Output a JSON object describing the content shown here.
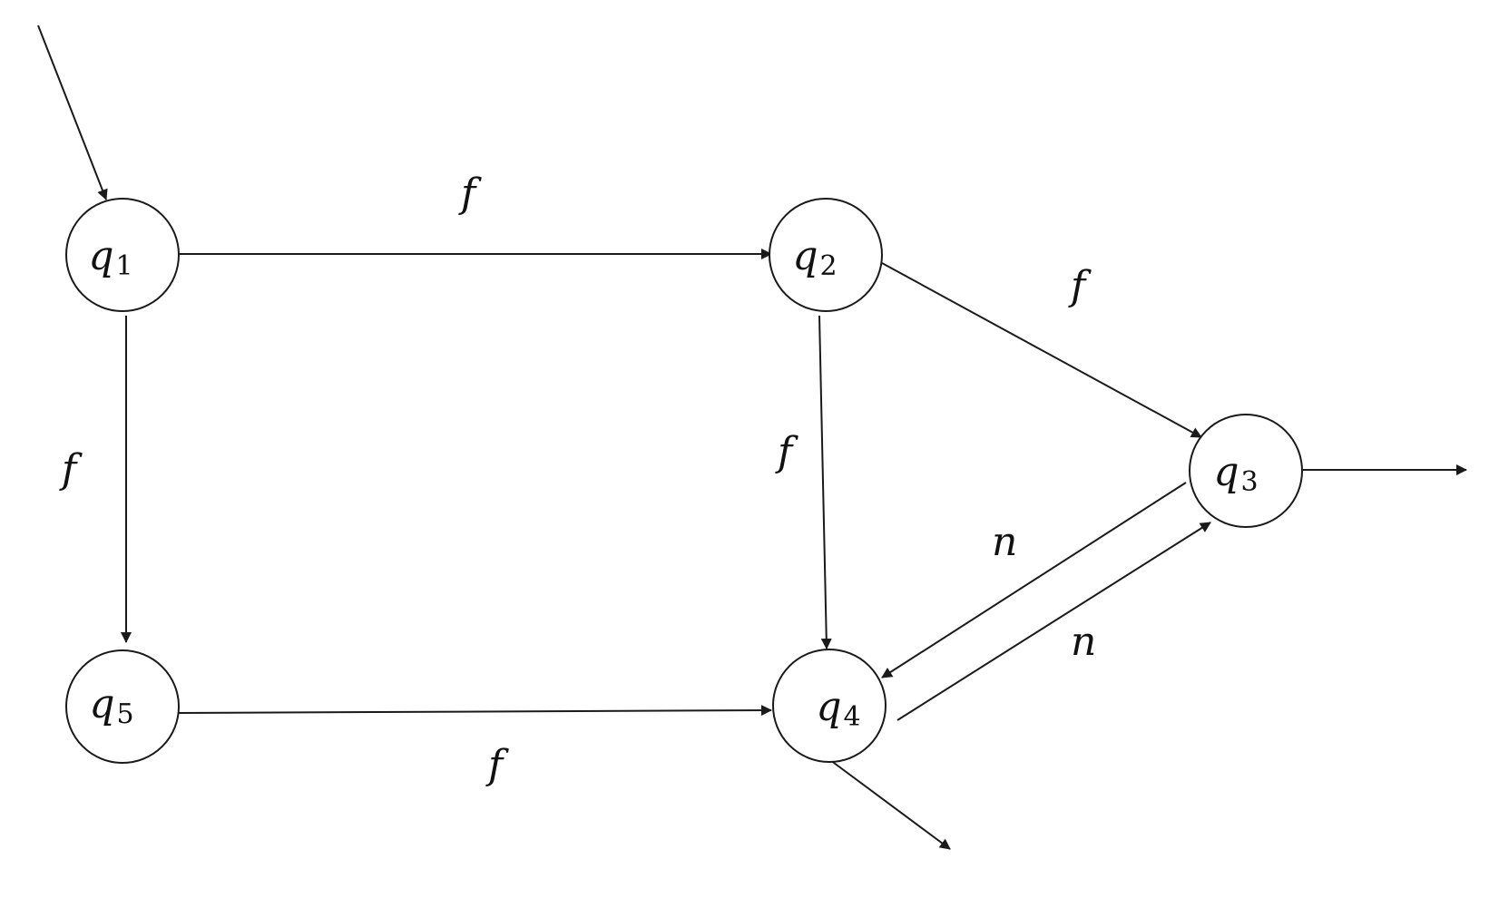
{
  "diagram": {
    "states": [
      {
        "id": "q1",
        "letter": "q",
        "sub": "1"
      },
      {
        "id": "q2",
        "letter": "q",
        "sub": "2"
      },
      {
        "id": "q3",
        "letter": "q",
        "sub": "3"
      },
      {
        "id": "q4",
        "letter": "q",
        "sub": "4"
      },
      {
        "id": "q5",
        "letter": "q",
        "sub": "5"
      }
    ],
    "transitions": [
      {
        "from": "q1",
        "to": "q2",
        "label": "f"
      },
      {
        "from": "q1",
        "to": "q5",
        "label": "f"
      },
      {
        "from": "q2",
        "to": "q3",
        "label": "f"
      },
      {
        "from": "q2",
        "to": "q4",
        "label": "f"
      },
      {
        "from": "q3",
        "to": "q4",
        "label": "n"
      },
      {
        "from": "q4",
        "to": "q3",
        "label": "n"
      },
      {
        "from": "q5",
        "to": "q4",
        "label": "f"
      }
    ],
    "initial_state": "q1",
    "final_states": [
      "q3",
      "q4"
    ]
  }
}
